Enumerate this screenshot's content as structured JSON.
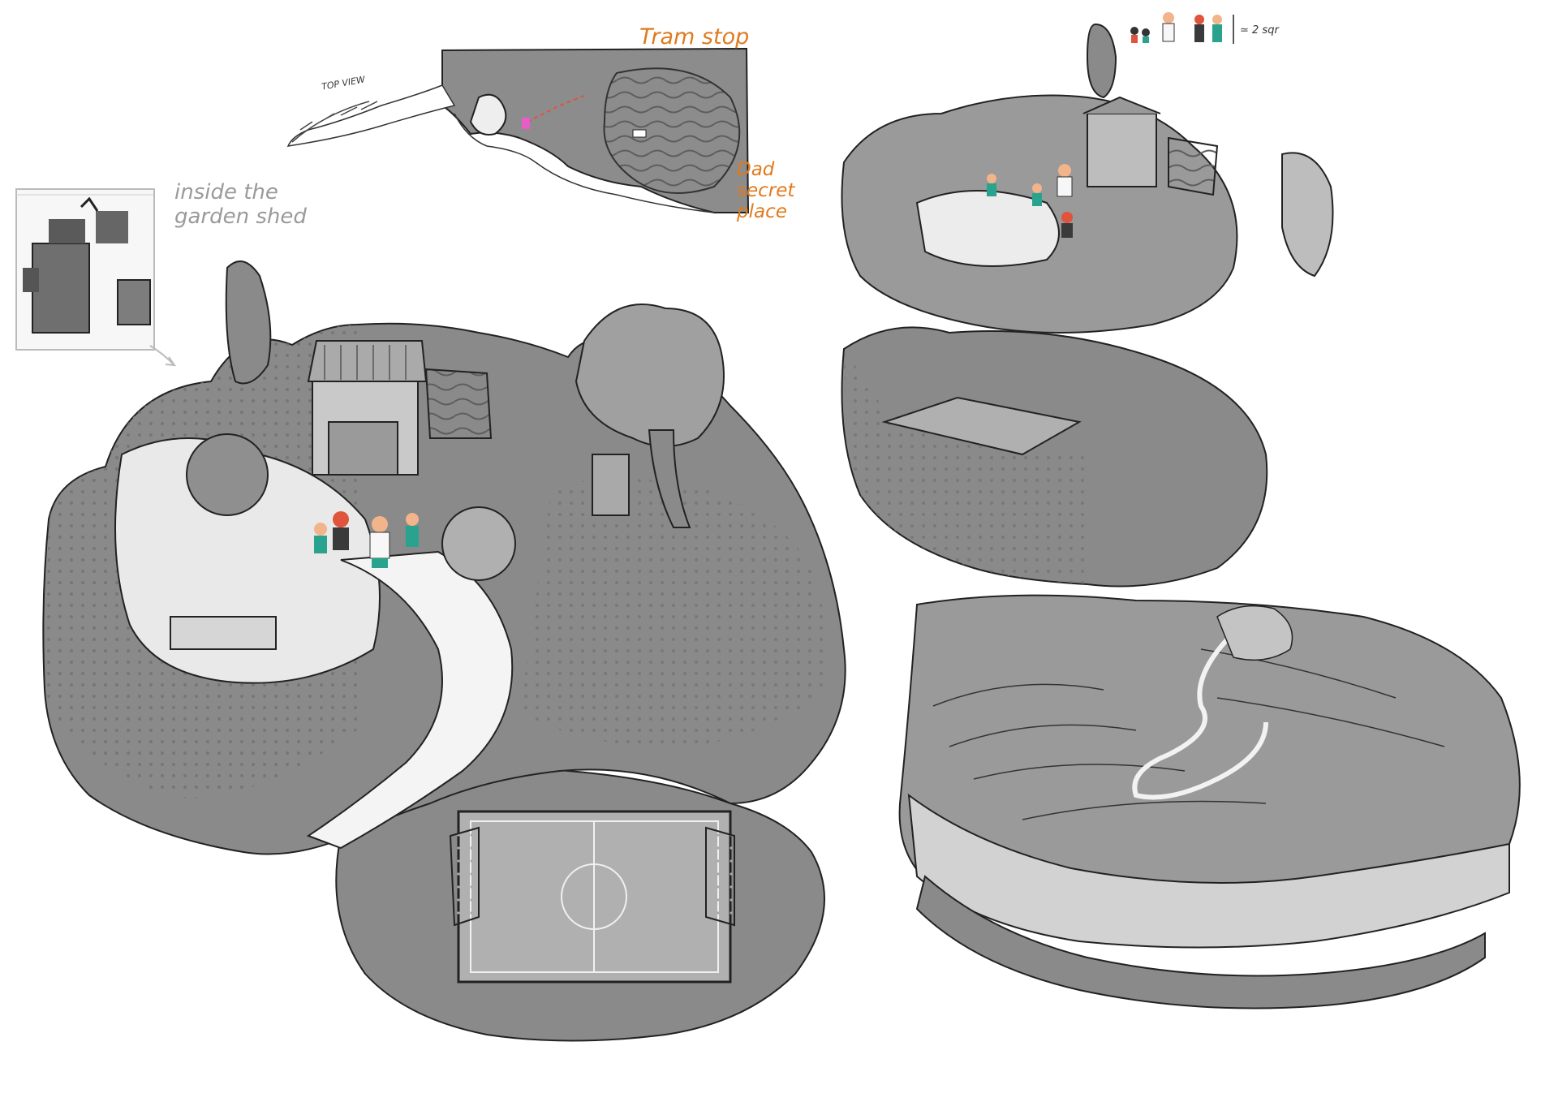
{
  "labels": {
    "tram_stop": "Tram stop",
    "dad_secret_place": "Dad secret place",
    "top_view": "TOP VIEW",
    "inside_shed": "inside the garden shed",
    "scale": "≃ 2 sqr"
  },
  "colors": {
    "ink": "#222222",
    "ground_dark": "#7d7d7d",
    "ground_mid": "#9a9a9a",
    "ground_light": "#c4c4c4",
    "path": "#f2f2f2",
    "annotation": "#e07a1e",
    "pencil": "#9a9a9a",
    "figure_red": "#e0533c",
    "figure_teal": "#2aa38e",
    "figure_skin": "#f2b48a"
  }
}
